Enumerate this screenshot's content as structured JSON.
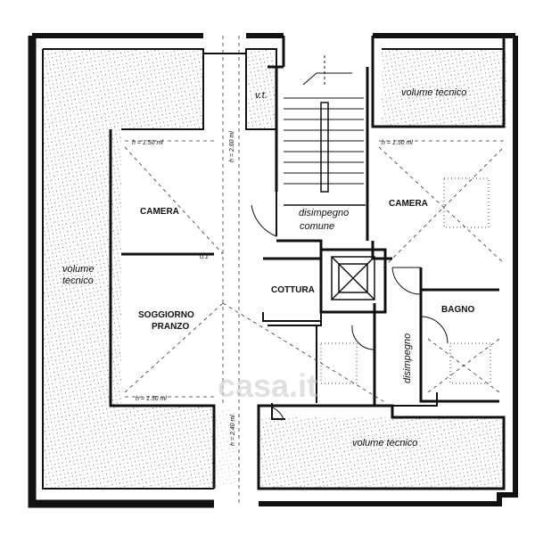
{
  "rooms": {
    "camera_left": "CAMERA",
    "camera_right": "CAMERA",
    "cottura": "COTTURA",
    "soggiorno_line1": "SOGGIORNO",
    "soggiorno_line2": "PRANZO",
    "bagno": "BAGNO",
    "disimpegno_comune_line1": "disimpegno",
    "disimpegno_comune_line2": "comune",
    "disimpegno": "disimpegno",
    "vt": "v.t.",
    "volume_tecnico_top": "volume tecnico",
    "volume_tecnico_bottom": "volume tecnico",
    "volume_tecnico_left_line1": "volume",
    "volume_tecnico_left_line2": "tecnico"
  },
  "dimensions": {
    "h150_left": "h = 1.50 ml",
    "h150_right": "h = 1.50 ml",
    "h150_bottom": "h = 1.50 ml",
    "h260_top": "h = 2.60 ml",
    "h240_bottom": "h = 2.40 ml",
    "mark": "0.1"
  },
  "watermark": "casa.it",
  "colors": {
    "wall": "#111111",
    "hatch": "#666666",
    "background": "#ffffff"
  }
}
